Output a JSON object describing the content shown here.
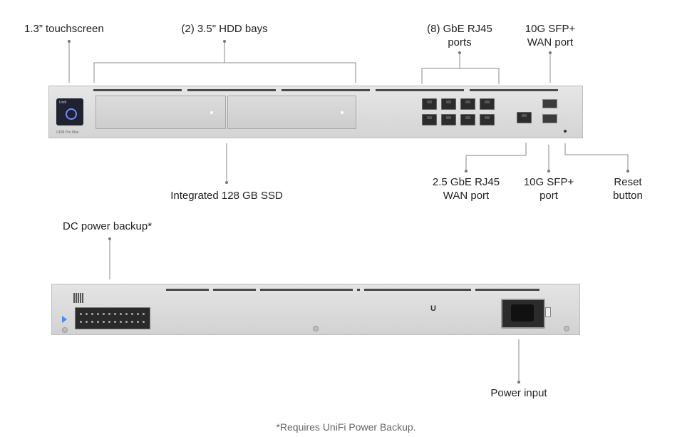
{
  "labels": {
    "touchscreen": "1.3” touchscreen",
    "hdd_bays": "(2) 3.5\" HDD bays",
    "rj45_ports_line1": "(8) GbE RJ45",
    "rj45_ports_line2": "ports",
    "sfp_wan_line1": "10G SFP+",
    "sfp_wan_line2": "WAN port",
    "ssd": "Integrated 128 GB SSD",
    "wan_rj45_line1": "2.5 GbE RJ45",
    "wan_rj45_line2": "WAN port",
    "sfp_port_line1": "10G SFP+",
    "sfp_port_line2": "port",
    "reset_line1": "Reset",
    "reset_line2": "button",
    "dc_power": "DC power backup*",
    "power_input": "Power input"
  },
  "footnote": "*Requires UniFi Power Backup.",
  "device_text": {
    "front_badge": "UDM Pro Max",
    "screen_text": "Unifi"
  },
  "colors": {
    "chassis": "#dadada",
    "leader_line": "#777777",
    "screen_ring": "#6f8cff",
    "backup_arrow": "#3c8cff"
  }
}
